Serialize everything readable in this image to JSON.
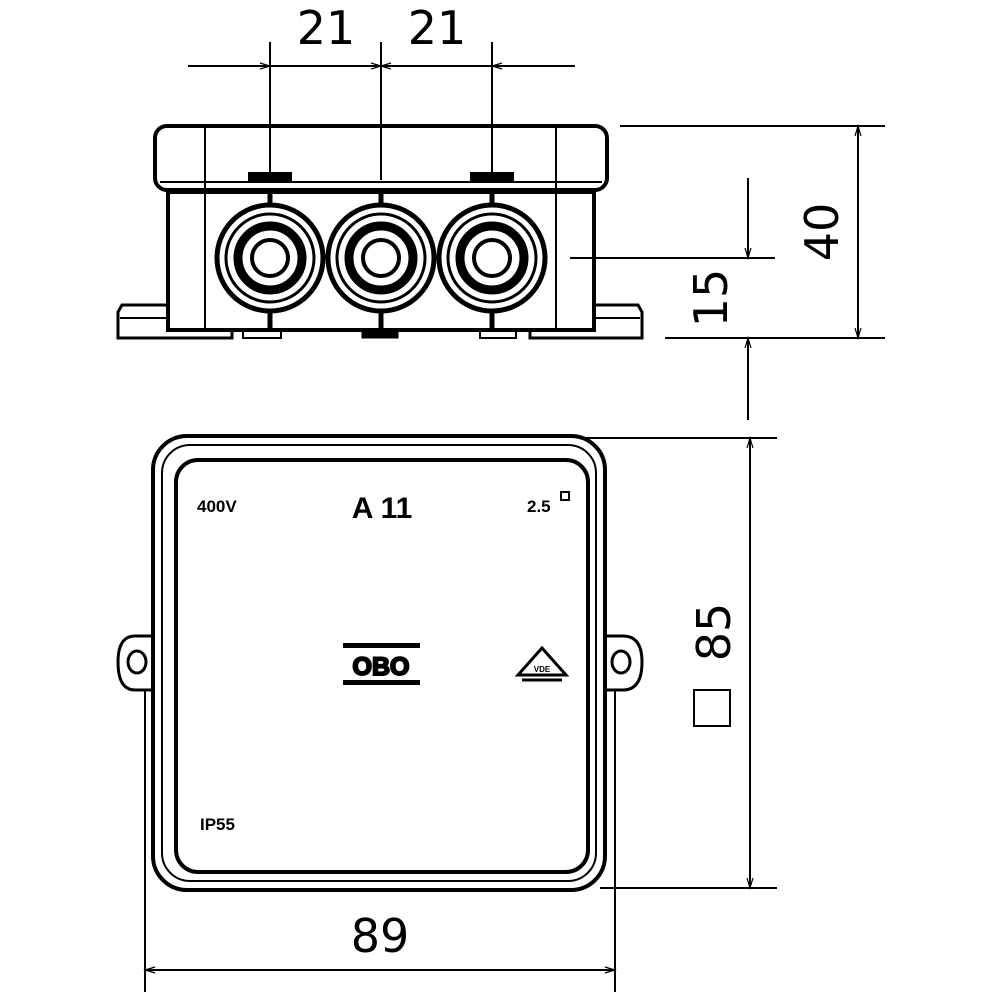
{
  "dimensions": {
    "pitch_left": "21",
    "pitch_right": "21",
    "height_total": "40",
    "height_gland": "15",
    "width_square": "85",
    "width_total": "89"
  },
  "lid_markings": {
    "voltage": "400V",
    "model": "A 11",
    "cross_section": "2.5",
    "protection": "IP55",
    "logo": "OBO",
    "cert_mark": "VDE"
  },
  "colors": {
    "line": "#000000",
    "background": "#ffffff"
  }
}
